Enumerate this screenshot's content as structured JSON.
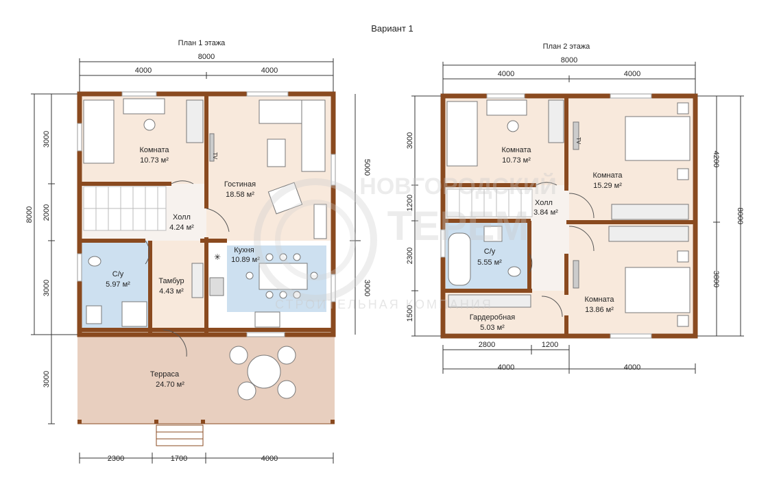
{
  "variant_title": "Вариант 1",
  "floor1": {
    "title": "План 1 этажа",
    "dims_top": {
      "total": "8000",
      "left": "4000",
      "right": "4000"
    },
    "dims_left": {
      "total": "8000",
      "a": "3000",
      "b": "2000",
      "c": "3000",
      "d": "3000"
    },
    "dims_right": {
      "a": "5000",
      "b": "3000"
    },
    "dims_bottom": {
      "a": "2300",
      "b": "1700",
      "c": "4000"
    },
    "rooms": {
      "room": {
        "name": "Комната",
        "area": "10.73 м²"
      },
      "living": {
        "name": "Гостиная",
        "area": "18.58 м²"
      },
      "hall": {
        "name": "Холл",
        "area": "4.24 м²"
      },
      "bath": {
        "name": "С/у",
        "area": "5.97 м²"
      },
      "vestibule": {
        "name": "Тамбур",
        "area": "4.43 м²"
      },
      "kitchen": {
        "name": "Кухня",
        "area": "10.89 м²"
      },
      "terrace": {
        "name": "Терраса",
        "area": "24.70 м²"
      }
    },
    "tv_label": "TV"
  },
  "floor2": {
    "title": "План 2 этажа",
    "dims_top": {
      "total": "8000",
      "left": "4000",
      "right": "4000"
    },
    "dims_left": {
      "a": "3000",
      "b": "1200",
      "c": "2300",
      "d": "1500"
    },
    "dims_right": {
      "total": "8000",
      "a": "4200",
      "b": "3800"
    },
    "dims_bottom": {
      "a": "2800",
      "b": "1200",
      "c": "4000",
      "d": "4000"
    },
    "rooms": {
      "room1": {
        "name": "Комната",
        "area": "10.73 м²"
      },
      "room2": {
        "name": "Комната",
        "area": "15.29 м²"
      },
      "hall": {
        "name": "Холл",
        "area": "3.84 м²"
      },
      "bath": {
        "name": "С/у",
        "area": "5.55 м²"
      },
      "room3": {
        "name": "Комната",
        "area": "13.86 м²"
      },
      "wardrobe": {
        "name": "Гардеробная",
        "area": "5.03 м²"
      }
    },
    "tv_label": "TV"
  },
  "watermark": {
    "line1": "НОВГОРОДСКИЙ",
    "line2": "ТЕРЕМ",
    "line3": "СТРОИТЕЛЬНАЯ КОМПАНИЯ"
  },
  "colors": {
    "wall": "#8a4a1f",
    "room": "#f8e9dc",
    "terrace": "#e8cfbf",
    "wet": "#cde0f0",
    "hall": "#f7f2ee"
  }
}
